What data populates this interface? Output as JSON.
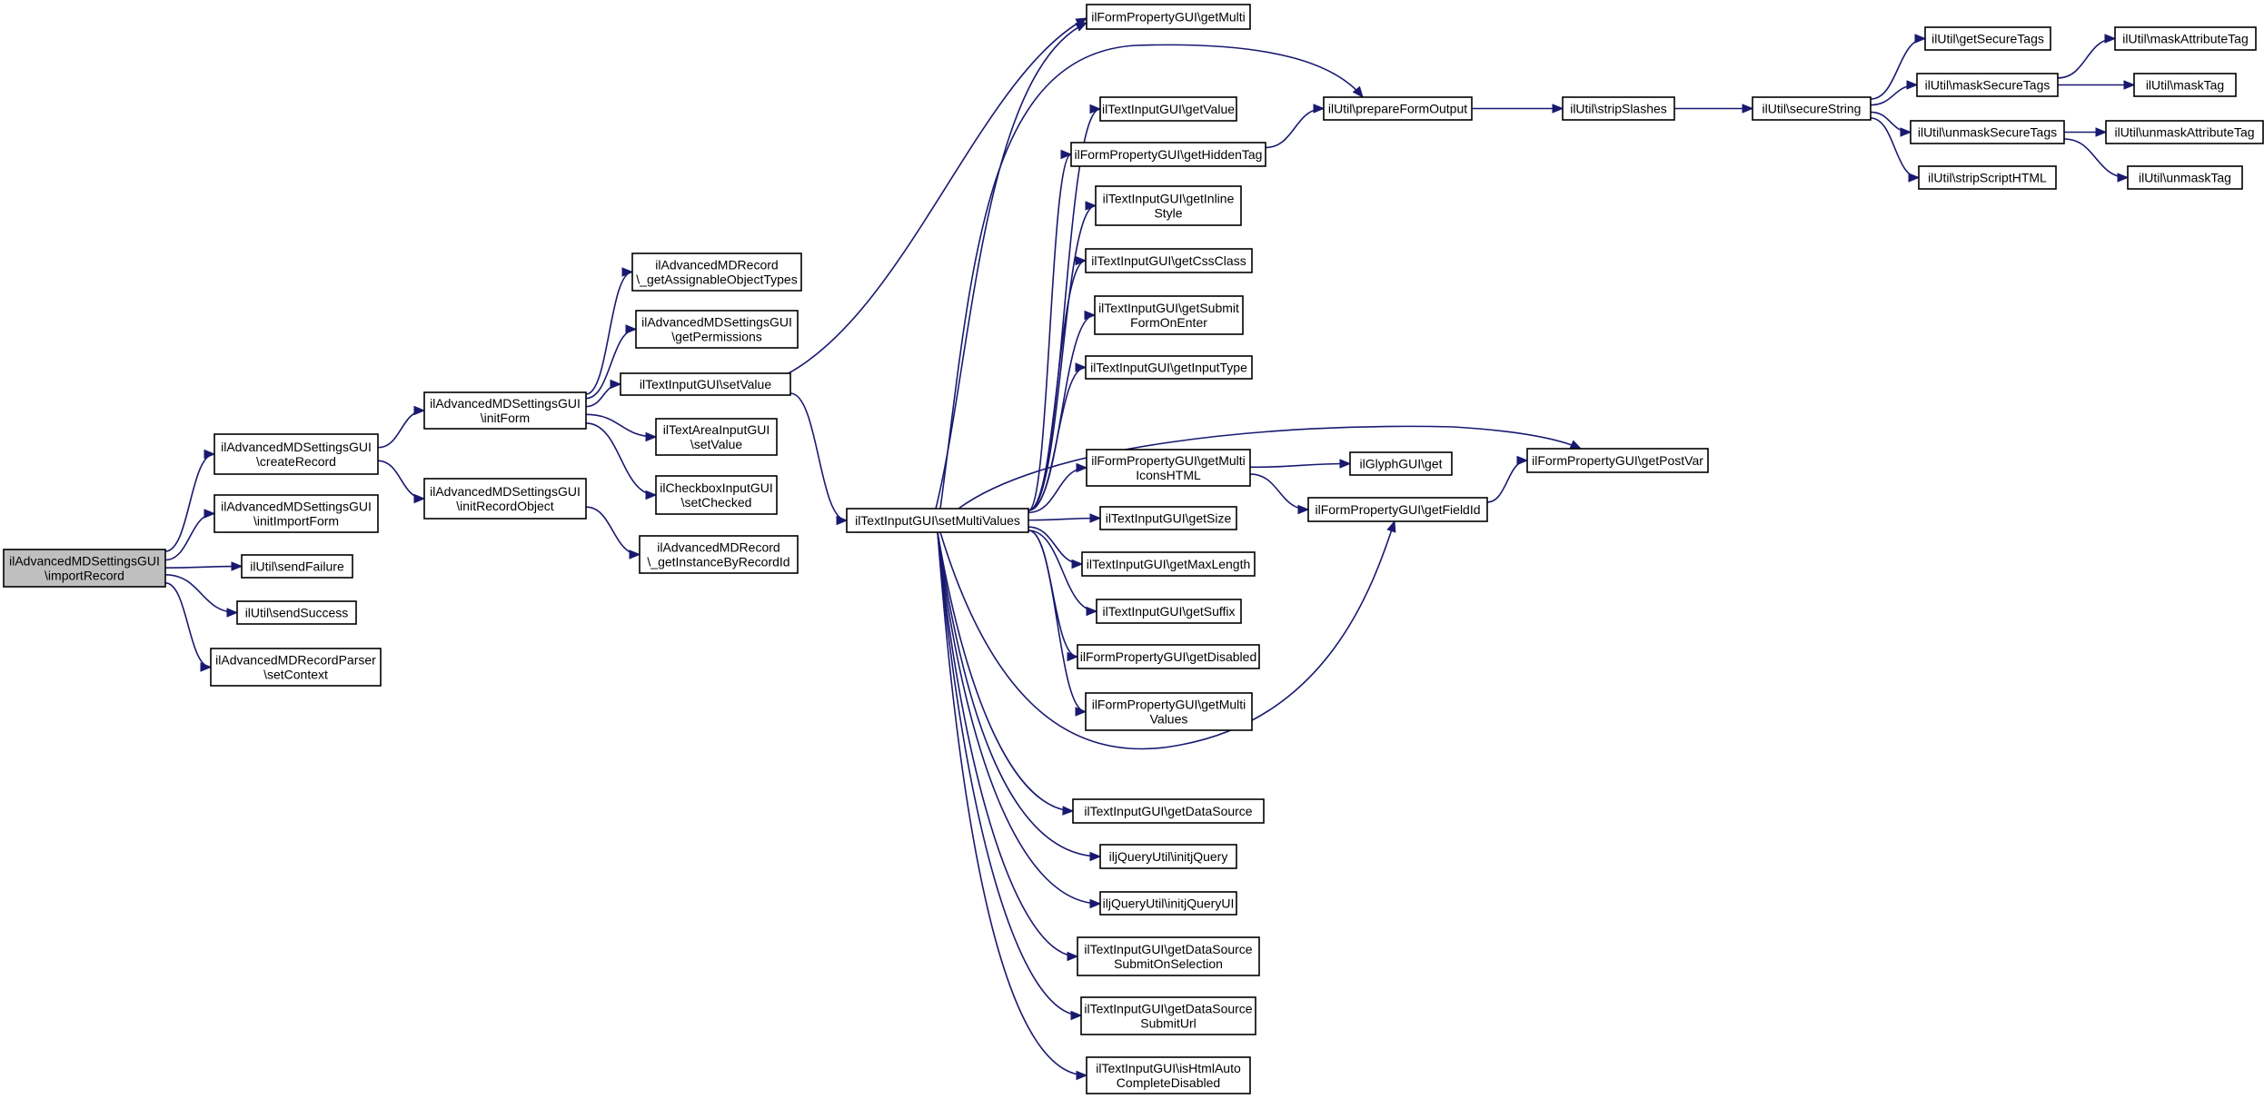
{
  "diagram": {
    "type": "call-graph",
    "edge_color": "#191970",
    "root_fill": "#bfbfbf",
    "nodes": [
      {
        "id": "n0",
        "lines": [
          "ilAdvancedMDSettingsGUI",
          "\\importRecord"
        ],
        "root": true
      },
      {
        "id": "n1",
        "lines": [
          "ilAdvancedMDSettingsGUI",
          "\\createRecord"
        ]
      },
      {
        "id": "n2",
        "lines": [
          "ilAdvancedMDSettingsGUI",
          "\\initImportForm"
        ]
      },
      {
        "id": "n3",
        "lines": [
          "ilUtil\\sendFailure"
        ]
      },
      {
        "id": "n4",
        "lines": [
          "ilUtil\\sendSuccess"
        ]
      },
      {
        "id": "n5",
        "lines": [
          "ilAdvancedMDRecordParser",
          "\\setContext"
        ]
      },
      {
        "id": "n6",
        "lines": [
          "ilAdvancedMDSettingsGUI",
          "\\initForm"
        ]
      },
      {
        "id": "n7",
        "lines": [
          "ilAdvancedMDSettingsGUI",
          "\\initRecordObject"
        ]
      },
      {
        "id": "n8",
        "lines": [
          "ilAdvancedMDRecord",
          "\\_getAssignableObjectTypes"
        ]
      },
      {
        "id": "n9",
        "lines": [
          "ilAdvancedMDSettingsGUI",
          "\\getPermissions"
        ]
      },
      {
        "id": "n10",
        "lines": [
          "ilTextInputGUI\\setValue"
        ]
      },
      {
        "id": "n11",
        "lines": [
          "ilTextAreaInputGUI",
          "\\setValue"
        ]
      },
      {
        "id": "n12",
        "lines": [
          "ilCheckboxInputGUI",
          "\\setChecked"
        ]
      },
      {
        "id": "n13",
        "lines": [
          "ilAdvancedMDRecord",
          "\\_getInstanceByRecordId"
        ]
      },
      {
        "id": "n14",
        "lines": [
          "ilTextInputGUI\\setMultiValues"
        ]
      },
      {
        "id": "n15",
        "lines": [
          "ilFormPropertyGUI\\getMulti"
        ]
      },
      {
        "id": "n16",
        "lines": [
          "ilTextInputGUI\\getValue"
        ]
      },
      {
        "id": "n17",
        "lines": [
          "ilFormPropertyGUI\\getHiddenTag"
        ]
      },
      {
        "id": "n18",
        "lines": [
          "ilTextInputGUI\\getInline",
          "Style"
        ]
      },
      {
        "id": "n19",
        "lines": [
          "ilTextInputGUI\\getCssClass"
        ]
      },
      {
        "id": "n20",
        "lines": [
          "ilTextInputGUI\\getSubmit",
          "FormOnEnter"
        ]
      },
      {
        "id": "n21",
        "lines": [
          "ilTextInputGUI\\getInputType"
        ]
      },
      {
        "id": "n22",
        "lines": [
          "ilFormPropertyGUI\\getMulti",
          "IconsHTML"
        ]
      },
      {
        "id": "n23",
        "lines": [
          "ilTextInputGUI\\getSize"
        ]
      },
      {
        "id": "n24",
        "lines": [
          "ilTextInputGUI\\getMaxLength"
        ]
      },
      {
        "id": "n25",
        "lines": [
          "ilTextInputGUI\\getSuffix"
        ]
      },
      {
        "id": "n26",
        "lines": [
          "ilFormPropertyGUI\\getDisabled"
        ]
      },
      {
        "id": "n27",
        "lines": [
          "ilFormPropertyGUI\\getMulti",
          "Values"
        ]
      },
      {
        "id": "n28",
        "lines": [
          "ilTextInputGUI\\getDataSource"
        ]
      },
      {
        "id": "n29",
        "lines": [
          "iljQueryUtil\\initjQuery"
        ]
      },
      {
        "id": "n30",
        "lines": [
          "iljQueryUtil\\initjQueryUI"
        ]
      },
      {
        "id": "n31",
        "lines": [
          "ilTextInputGUI\\getDataSource",
          "SubmitOnSelection"
        ]
      },
      {
        "id": "n32",
        "lines": [
          "ilTextInputGUI\\getDataSource",
          "SubmitUrl"
        ]
      },
      {
        "id": "n33",
        "lines": [
          "ilTextInputGUI\\isHtmlAuto",
          "CompleteDisabled"
        ]
      },
      {
        "id": "n34",
        "lines": [
          "ilUtil\\prepareFormOutput"
        ]
      },
      {
        "id": "n35",
        "lines": [
          "ilUtil\\stripSlashes"
        ]
      },
      {
        "id": "n36",
        "lines": [
          "ilUtil\\secureString"
        ]
      },
      {
        "id": "n37",
        "lines": [
          "ilUtil\\getSecureTags"
        ]
      },
      {
        "id": "n38",
        "lines": [
          "ilUtil\\maskSecureTags"
        ]
      },
      {
        "id": "n39",
        "lines": [
          "ilUtil\\unmaskSecureTags"
        ]
      },
      {
        "id": "n40",
        "lines": [
          "ilUtil\\stripScriptHTML"
        ]
      },
      {
        "id": "n41",
        "lines": [
          "ilUtil\\maskAttributeTag"
        ]
      },
      {
        "id": "n42",
        "lines": [
          "ilUtil\\maskTag"
        ]
      },
      {
        "id": "n43",
        "lines": [
          "ilUtil\\unmaskAttributeTag"
        ]
      },
      {
        "id": "n44",
        "lines": [
          "ilUtil\\unmaskTag"
        ]
      },
      {
        "id": "n45",
        "lines": [
          "ilGlyphGUI\\get"
        ]
      },
      {
        "id": "n46",
        "lines": [
          "ilFormPropertyGUI\\getFieldId"
        ]
      },
      {
        "id": "n47",
        "lines": [
          "ilFormPropertyGUI\\getPostVar"
        ]
      }
    ],
    "edges": [
      [
        "n0",
        "n1"
      ],
      [
        "n0",
        "n2"
      ],
      [
        "n0",
        "n3"
      ],
      [
        "n0",
        "n4"
      ],
      [
        "n0",
        "n5"
      ],
      [
        "n1",
        "n6"
      ],
      [
        "n1",
        "n7"
      ],
      [
        "n6",
        "n8"
      ],
      [
        "n6",
        "n9"
      ],
      [
        "n6",
        "n10"
      ],
      [
        "n6",
        "n11"
      ],
      [
        "n6",
        "n12"
      ],
      [
        "n7",
        "n13"
      ],
      [
        "n10",
        "n14"
      ],
      [
        "n10",
        "n15"
      ],
      [
        "n14",
        "n15"
      ],
      [
        "n14",
        "n16"
      ],
      [
        "n14",
        "n17"
      ],
      [
        "n14",
        "n18"
      ],
      [
        "n14",
        "n19"
      ],
      [
        "n14",
        "n20"
      ],
      [
        "n14",
        "n21"
      ],
      [
        "n14",
        "n22"
      ],
      [
        "n14",
        "n23"
      ],
      [
        "n14",
        "n24"
      ],
      [
        "n14",
        "n25"
      ],
      [
        "n14",
        "n26"
      ],
      [
        "n14",
        "n27"
      ],
      [
        "n14",
        "n28"
      ],
      [
        "n14",
        "n29"
      ],
      [
        "n14",
        "n30"
      ],
      [
        "n14",
        "n31"
      ],
      [
        "n14",
        "n32"
      ],
      [
        "n14",
        "n33"
      ],
      [
        "n14",
        "n34"
      ],
      [
        "n14",
        "n46"
      ],
      [
        "n14",
        "n47"
      ],
      [
        "n17",
        "n34"
      ],
      [
        "n34",
        "n35"
      ],
      [
        "n35",
        "n36"
      ],
      [
        "n36",
        "n37"
      ],
      [
        "n36",
        "n38"
      ],
      [
        "n36",
        "n39"
      ],
      [
        "n36",
        "n40"
      ],
      [
        "n38",
        "n41"
      ],
      [
        "n38",
        "n42"
      ],
      [
        "n39",
        "n43"
      ],
      [
        "n39",
        "n44"
      ],
      [
        "n22",
        "n45"
      ],
      [
        "n22",
        "n46"
      ],
      [
        "n46",
        "n47"
      ]
    ]
  }
}
